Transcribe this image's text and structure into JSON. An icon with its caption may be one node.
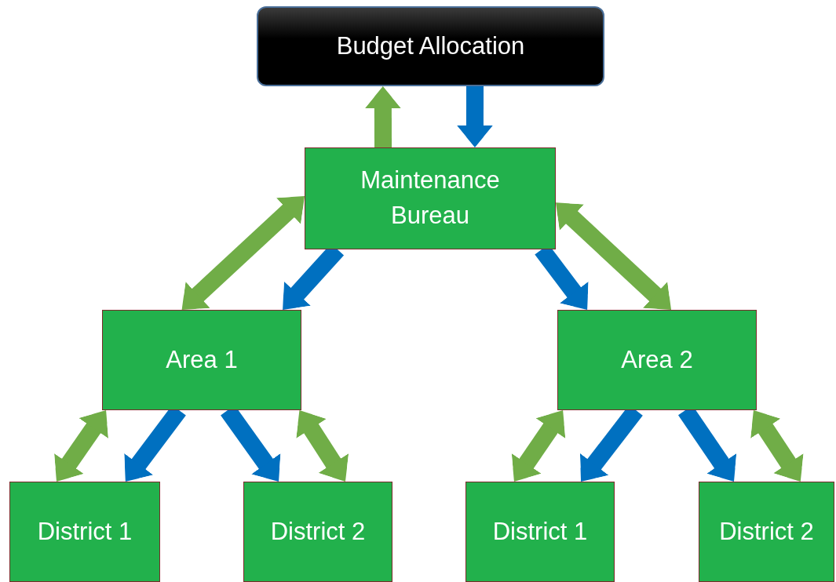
{
  "diagram": {
    "nodes": [
      {
        "text": [
          "Budget Allocation"
        ]
      },
      {
        "text": [
          "Maintenance Bureau"
        ]
      },
      {
        "text": [
          "Area 1"
        ]
      },
      {
        "text": [
          "Area 2"
        ]
      },
      {
        "text": [
          "District 1"
        ]
      },
      {
        "text": [
          "District 2"
        ]
      },
      {
        "text": [
          "District 1"
        ]
      },
      {
        "text": [
          "District 2"
        ]
      }
    ],
    "edges": [
      {
        "from": 1,
        "to": 0,
        "arrow": "to",
        "color": "#70ad47"
      },
      {
        "from": 0,
        "to": 1,
        "arrow": "to",
        "color": "#0070c0"
      },
      {
        "from": 1,
        "to": 2,
        "arrow": "both",
        "color": "#70ad47"
      },
      {
        "from": 1,
        "to": 2,
        "arrow": "to",
        "color": "#0070c0"
      },
      {
        "from": 1,
        "to": 3,
        "arrow": "to",
        "color": "#0070c0"
      },
      {
        "from": 1,
        "to": 3,
        "arrow": "both",
        "color": "#70ad47"
      },
      {
        "from": 2,
        "to": 4,
        "arrow": "both",
        "color": "#70ad47"
      },
      {
        "from": 2,
        "to": 4,
        "arrow": "to",
        "color": "#0070c0"
      },
      {
        "from": 2,
        "to": 5,
        "arrow": "to",
        "color": "#0070c0"
      },
      {
        "from": 2,
        "to": 5,
        "arrow": "both",
        "color": "#70ad47"
      },
      {
        "from": 3,
        "to": 6,
        "arrow": "both",
        "color": "#70ad47"
      },
      {
        "from": 3,
        "to": 6,
        "arrow": "to",
        "color": "#0070c0"
      },
      {
        "from": 3,
        "to": 7,
        "arrow": "to",
        "color": "#0070c0"
      },
      {
        "from": 3,
        "to": 7,
        "arrow": "both",
        "color": "#70ad47"
      }
    ]
  }
}
